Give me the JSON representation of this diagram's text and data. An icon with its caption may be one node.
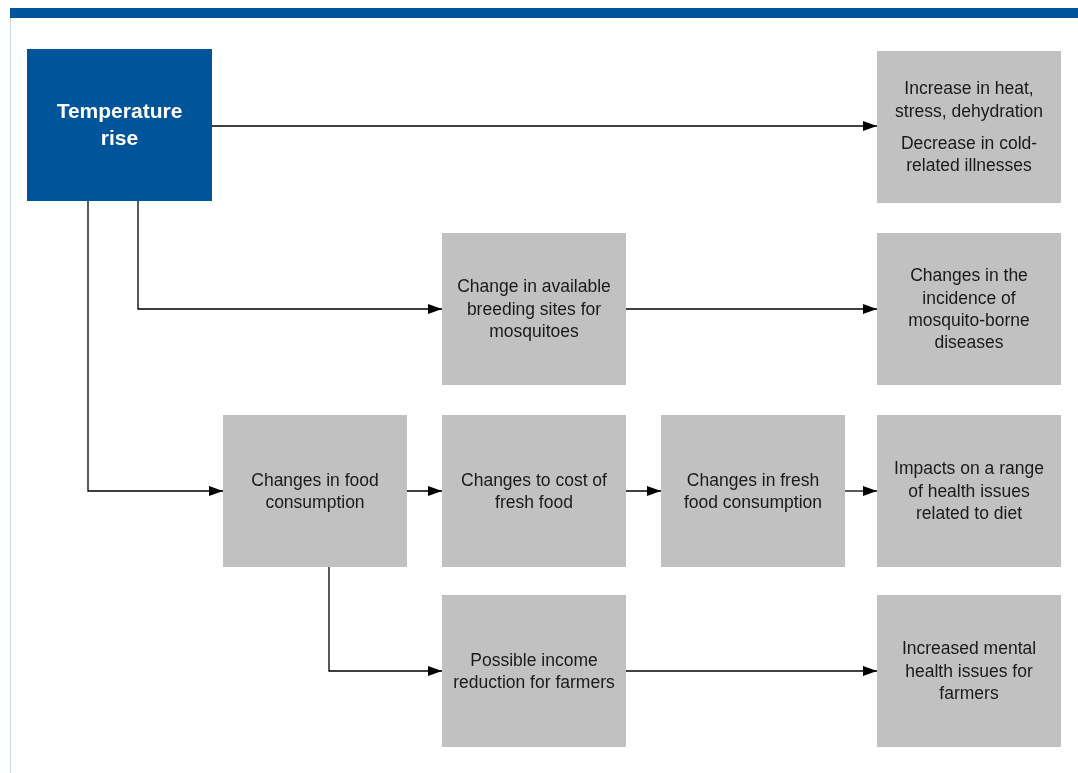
{
  "diagram": {
    "nodes": [
      {
        "text": [
          "Temperature rise"
        ]
      },
      {
        "text": [
          "Increase in heat, stress, dehydration",
          "Decrease in cold-related illnesses"
        ]
      },
      {
        "text": [
          "Change in available breeding sites for mosquitoes"
        ]
      },
      {
        "text": [
          "Changes in the incidence of mosquito-borne diseases"
        ]
      },
      {
        "text": [
          "Changes in food consumption"
        ]
      },
      {
        "text": [
          "Changes to cost of fresh food"
        ]
      },
      {
        "text": [
          "Changes in fresh food consumption"
        ]
      },
      {
        "text": [
          "Impacts on a range of health issues related to diet"
        ]
      },
      {
        "text": [
          "Possible income reduction for farmers"
        ]
      },
      {
        "text": [
          "Increased mental health issues for farmers"
        ]
      }
    ],
    "edges": [
      {
        "from": 0,
        "to": 1,
        "arrow": "to"
      },
      {
        "from": 0,
        "to": 2,
        "arrow": "to"
      },
      {
        "from": 2,
        "to": 3,
        "arrow": "to"
      },
      {
        "from": 0,
        "to": 4,
        "arrow": "to"
      },
      {
        "from": 4,
        "to": 5,
        "arrow": "to"
      },
      {
        "from": 5,
        "to": 6,
        "arrow": "to"
      },
      {
        "from": 6,
        "to": 7,
        "arrow": "to"
      },
      {
        "from": 4,
        "to": 8,
        "arrow": "to"
      },
      {
        "from": 8,
        "to": 9,
        "arrow": "to"
      }
    ]
  }
}
